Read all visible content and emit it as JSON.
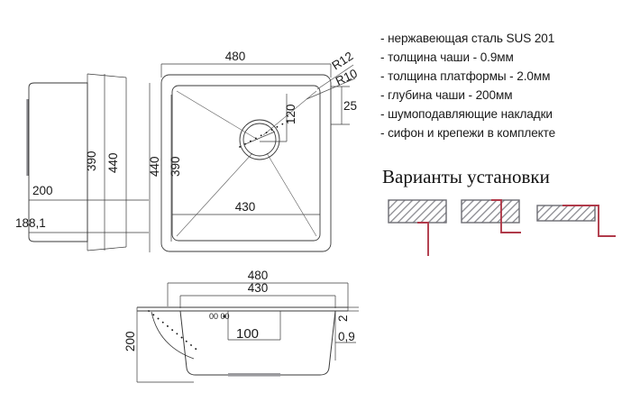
{
  "document": {
    "type": "technical-drawing",
    "subject": "kitchen-sink",
    "background_color": "#ffffff",
    "line_color": "#3a3a3a",
    "accent_color": "#b03a4a"
  },
  "specs": {
    "items": [
      "- нержавеющая сталь SUS 201",
      "- толщина чаши - 0.9мм",
      "- толщина платформы - 2.0мм",
      "- глубина чаши - 200мм",
      "- шумоподавляющие накладки",
      "- сифон и крепежи в комплекте"
    ]
  },
  "install": {
    "title": "Варианты установки",
    "variants": [
      {
        "name": "undermount",
        "label": ""
      },
      {
        "name": "flushmount",
        "label": ""
      },
      {
        "name": "topmount",
        "label": ""
      }
    ]
  },
  "side_view": {
    "name": "side-view",
    "dimensions": {
      "depth_200": "200",
      "depth_188": "188,1",
      "height_390": "390",
      "height_440": "440"
    }
  },
  "top_view": {
    "name": "top-view",
    "dimensions": {
      "width_480": "480",
      "inner_width_430": "430",
      "height_440": "440",
      "inner_height_390": "390",
      "drain_offset_120": "120",
      "edge_25": "25",
      "radius_outer": "R12",
      "radius_inner": "R10"
    }
  },
  "front_view": {
    "name": "front-section-view",
    "dimensions": {
      "width_480": "480",
      "inner_width_430": "430",
      "depth_200": "200",
      "drain_100": "100",
      "platform_thickness_2": "2",
      "bowl_thickness_09": "0,9",
      "drain_marker": "00 00"
    }
  }
}
